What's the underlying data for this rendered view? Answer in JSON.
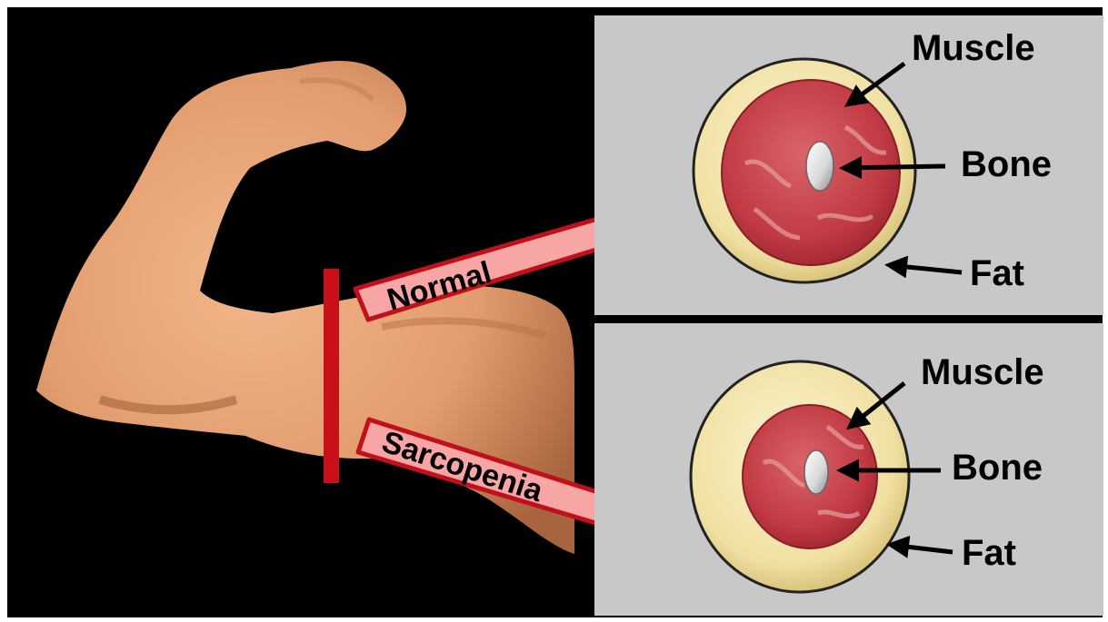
{
  "arrows": {
    "normal": "Normal",
    "sarcopenia": "Sarcopenia"
  },
  "panels": {
    "normal": {
      "muscle": "Muscle",
      "bone": "Bone",
      "fat": "Fat"
    },
    "sarcopenia": {
      "muscle": "Muscle",
      "bone": "Bone",
      "fat": "Fat"
    }
  },
  "colors": {
    "background": "#000000",
    "panel": "#c8c8c8",
    "skin": "#e8a67c",
    "muscle": "#c8424a",
    "fat": "#f3e6b0",
    "arrow_fill": "#f7a5a5",
    "arrow_stroke": "#c0101a",
    "cut_line": "#c8101a"
  }
}
